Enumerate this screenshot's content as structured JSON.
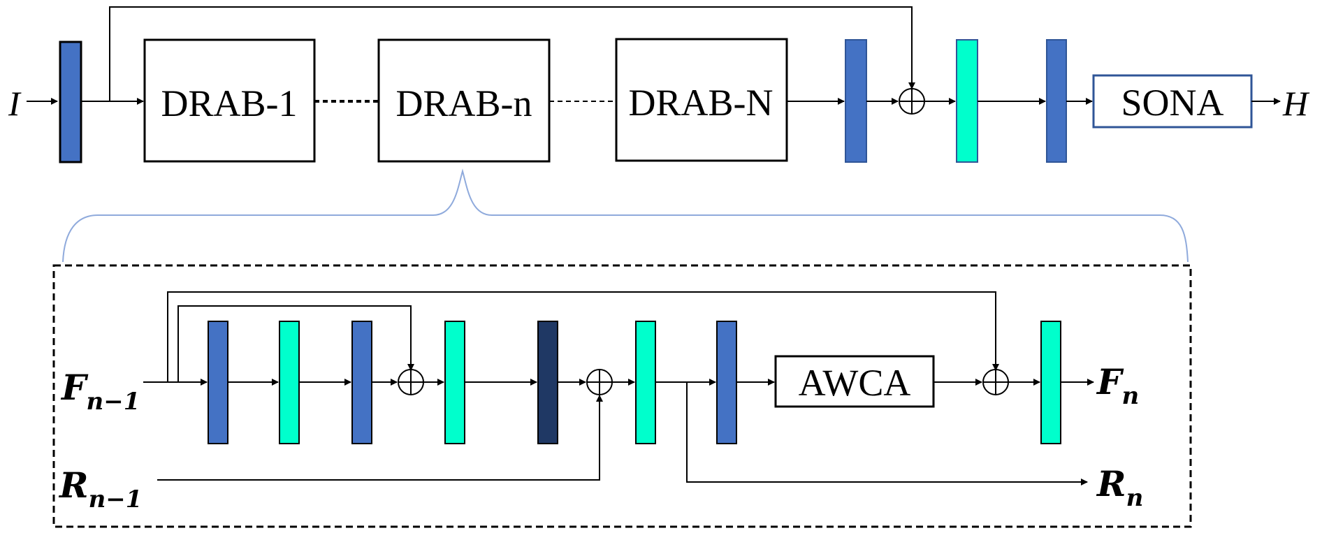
{
  "top": {
    "input_label": "I",
    "output_label": "H",
    "blocks": [
      "DRAB-1",
      "DRAB-n",
      "DRAB-N"
    ],
    "sona_label": "SONA"
  },
  "detail": {
    "input_f": {
      "base": "F",
      "sub": "n−1"
    },
    "input_r": {
      "base": "R",
      "sub": "n−1"
    },
    "output_f": {
      "base": "F",
      "sub": "n"
    },
    "output_r": {
      "base": "R",
      "sub": "n"
    },
    "awca_label": "AWCA"
  },
  "colors": {
    "conv_blue": "#4472C4",
    "conv_cyan": "#00FFCC",
    "conv_dark": "#1F3864",
    "detail_bracket": "#8FAADC",
    "block_border": "#000000",
    "sona_border": "#2F5597"
  }
}
